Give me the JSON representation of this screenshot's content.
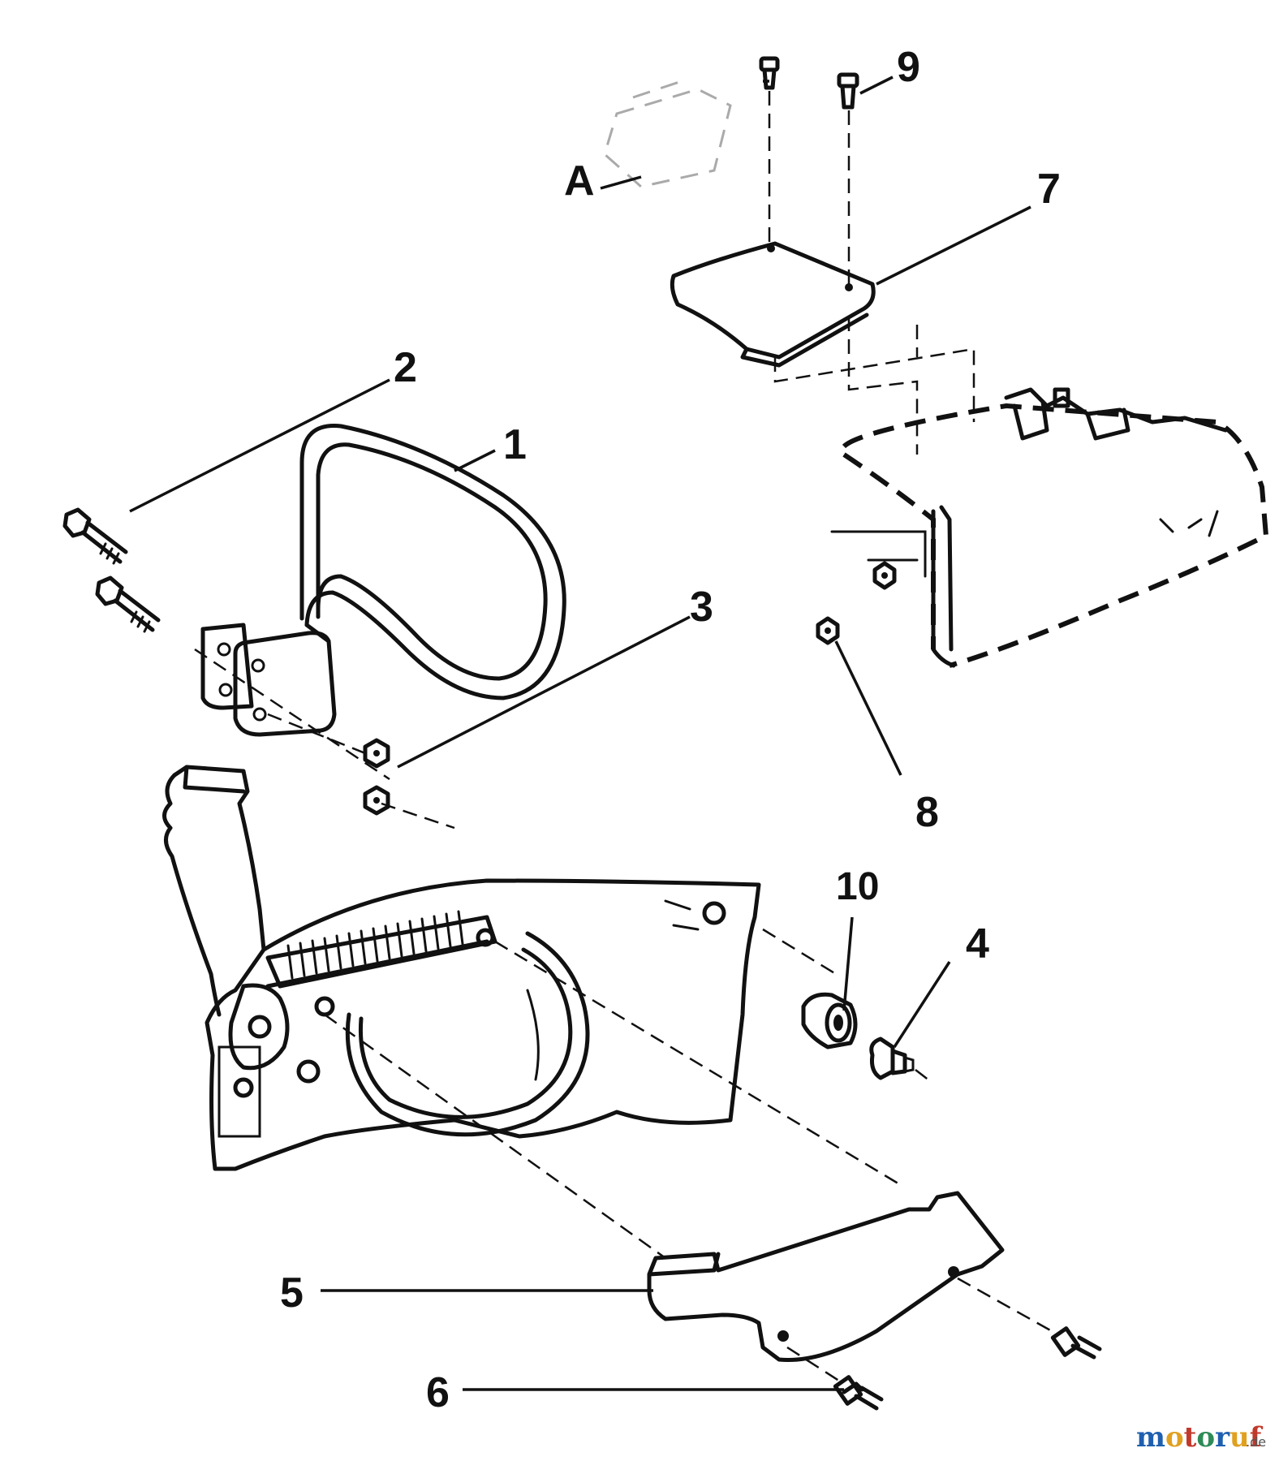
{
  "callouts": {
    "c1": "1",
    "c2": "2",
    "c3": "3",
    "c4": "4",
    "c5": "5",
    "c6": "6",
    "c7": "7",
    "c8": "8",
    "c9": "9",
    "c10": "10",
    "cA": "A"
  },
  "watermark": {
    "brand": "motoruf",
    "suffix": ".de",
    "colors": [
      "#1f5fb0",
      "#e0a020",
      "#c0392b",
      "#2e8b57"
    ]
  }
}
